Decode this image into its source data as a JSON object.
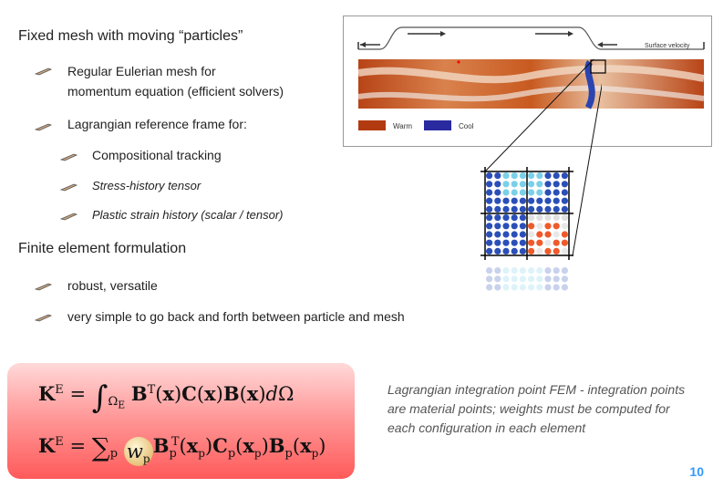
{
  "slide": {
    "heading1": "Fixed mesh with moving “particles”",
    "bullets1": [
      {
        "line1": "Regular Eulerian mesh for",
        "line2": "momentum equation (efficient solvers)"
      },
      {
        "line1": "Lagrangian reference frame for:"
      }
    ],
    "sub_bullets": [
      "Compositional tracking",
      "Stress-history tensor",
      "Plastic strain history (scalar / tensor)"
    ],
    "heading2": "Finite element formulation",
    "bullets2": [
      "robust, versatile",
      "very simple to go back and forth between particle and mesh"
    ],
    "figure": {
      "surface_label": "Surface velocity",
      "legend_warm": "Warm",
      "legend_cool": "Cool",
      "warm_color": "#b23a10",
      "cool_color": "#2a2aa0"
    },
    "formula": {
      "eq1_lhs": "K",
      "eq1_sup": "E",
      "eq2_lhs": "K",
      "eq2_sup": "E"
    },
    "caption": "Lagrangian integration point FEM - integration points are material points; weights must be computed for each configuration in each element",
    "page_number": "10"
  }
}
